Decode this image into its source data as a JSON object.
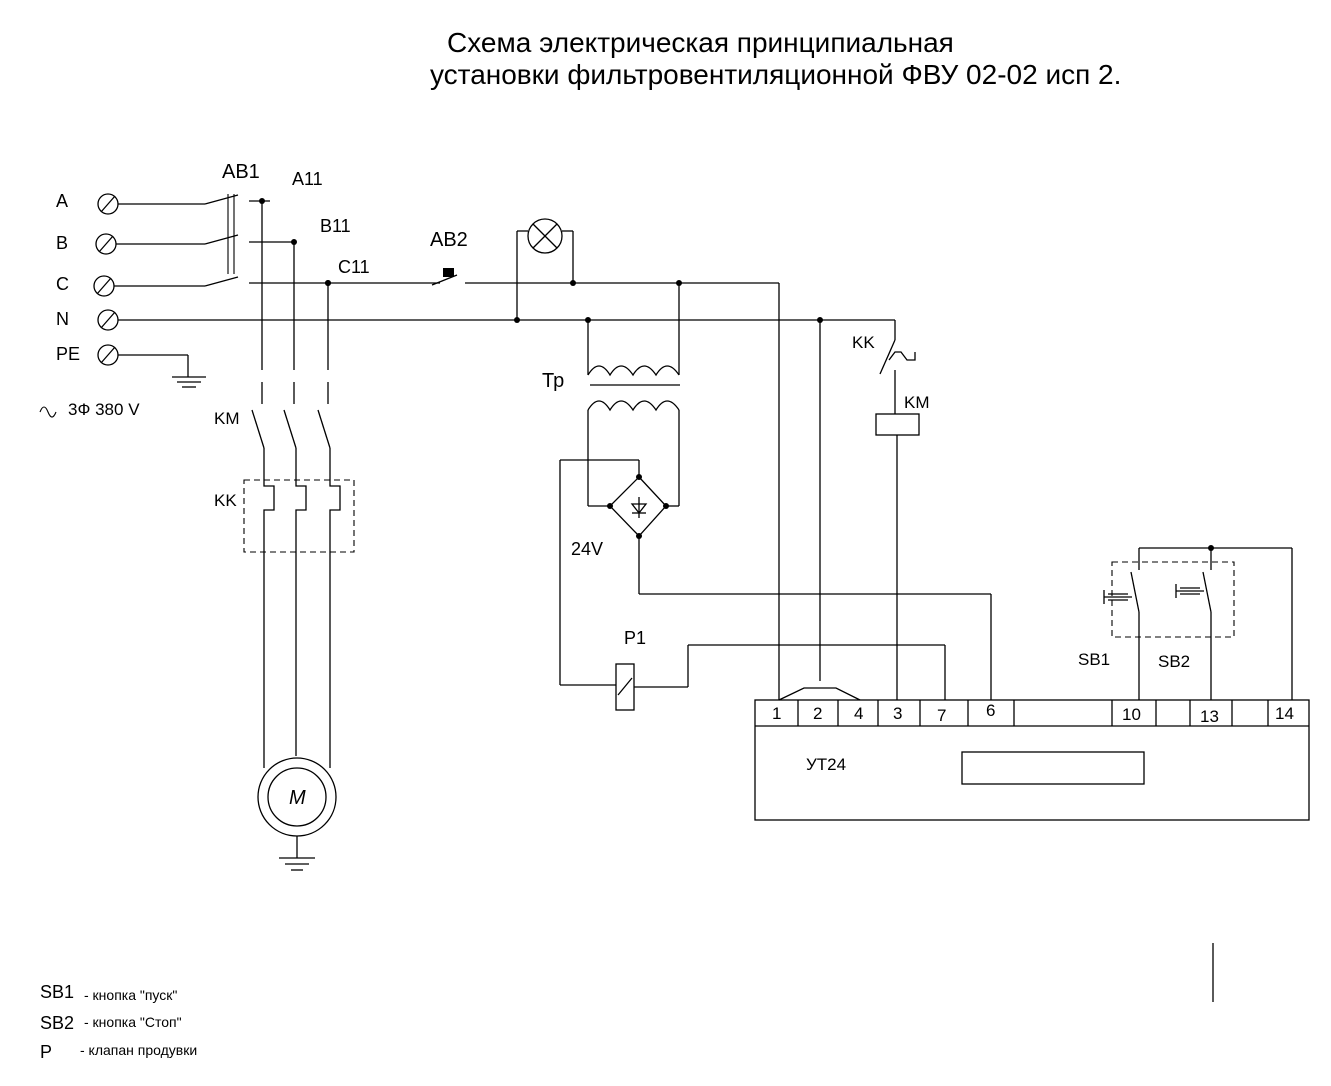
{
  "title": {
    "line1": "Схема электрическая принципиальная",
    "line2": "установки фильтровентиляционной ФВУ 02-02 исп 2."
  },
  "inputs": {
    "a": "A",
    "b": "B",
    "c": "C",
    "n": "N",
    "pe": "PE",
    "supply": "3Ф 380 V"
  },
  "labels": {
    "ab1": "AB1",
    "a11": "A11",
    "b11": "B11",
    "c11": "C11",
    "ab2": "AB2",
    "tr": "Тр",
    "v24": "24V",
    "p1": "P1",
    "km_main": "KM",
    "kk_main": "KK",
    "kk_ctrl": "KK",
    "km_coil": "KM",
    "sb1": "SB1",
    "sb2": "SB2",
    "motor": "M"
  },
  "controller": {
    "name": "УТ24",
    "terminals": [
      "1",
      "2",
      "4",
      "3",
      "7",
      "6",
      "10",
      "13",
      "14"
    ]
  },
  "legend": [
    {
      "code": "SB1",
      "text": "-  кнопка  \"пуск\""
    },
    {
      "code": "SB2",
      "text": "-  кнопка \"Стоп\""
    },
    {
      "code": "P",
      "text": "- клапан  продувки"
    }
  ]
}
